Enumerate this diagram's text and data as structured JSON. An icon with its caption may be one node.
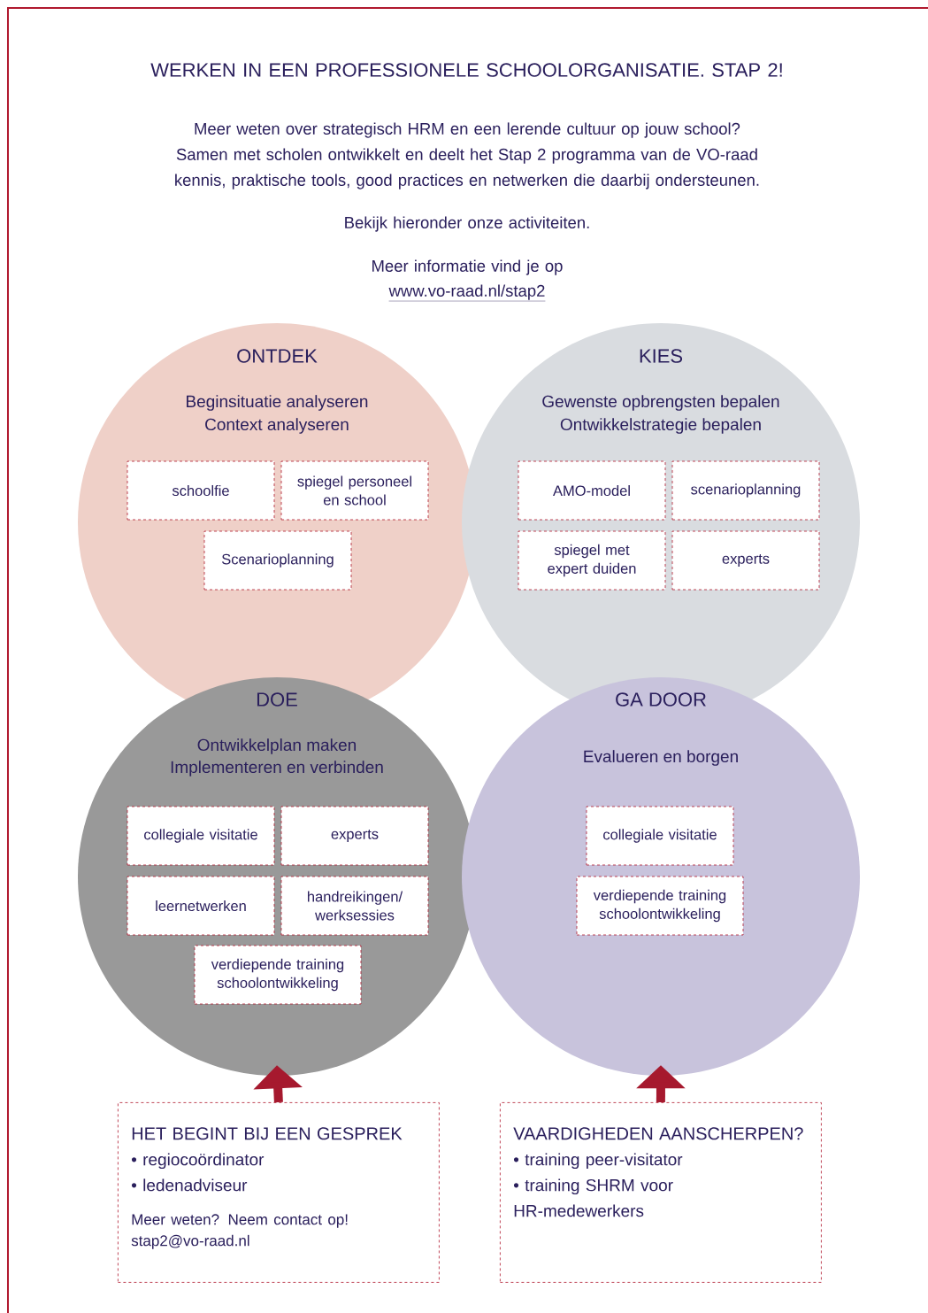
{
  "diagram": {
    "title": "WERKEN IN EEN PROFESSIONELE SCHOOLORGANISATIE. STAP 2!",
    "nodes": [
      {
        "text": [
          "ONTDEK",
          "Beginsituatie analyseren",
          "Context analyseren"
        ]
      },
      {
        "text": [
          "schoolfie"
        ],
        "in": 0
      },
      {
        "text": [
          "spiegel personeel en school"
        ],
        "in": 0
      },
      {
        "text": [
          "Scenarioplanning"
        ],
        "in": 0
      },
      {
        "text": [
          "KIES",
          "Gewenste opbrengsten bepalen",
          "Ontwikkelstrategie bepalen"
        ]
      },
      {
        "text": [
          "AMO-model"
        ],
        "in": 4
      },
      {
        "text": [
          "scenarioplanning"
        ],
        "in": 4
      },
      {
        "text": [
          "spiegel met expert duiden"
        ],
        "in": 4
      },
      {
        "text": [
          "experts"
        ],
        "in": 4
      },
      {
        "text": [
          "DOE",
          "Ontwikkelplan maken",
          "Implementeren en verbinden"
        ]
      },
      {
        "text": [
          "collegiale visitatie"
        ],
        "in": 9
      },
      {
        "text": [
          "experts"
        ],
        "in": 9
      },
      {
        "text": [
          "leernetwerken"
        ],
        "in": 9
      },
      {
        "text": [
          "handreikingen/ werksessies"
        ],
        "in": 9
      },
      {
        "text": [
          "verdiepende training schoolontwikkeling"
        ],
        "in": 9
      },
      {
        "text": [
          "GA DOOR",
          "Evalueren en borgen"
        ]
      },
      {
        "text": [
          "collegiale visitatie"
        ],
        "in": 15
      },
      {
        "text": [
          "verdiepende training schoolontwikkeling"
        ],
        "in": 15
      },
      {
        "text": [
          "HET BEGINT BIJ EEN GESPREK",
          "• regiocoördinator",
          "• ledenadviseur",
          "Meer weten? Neem contact op! stap2@vo-raad.nl"
        ]
      },
      {
        "text": [
          "VAARDIGHEDEN AANSCHERPEN?",
          "• training peer-visitator",
          "• training SHRM voor HR-medewerkers"
        ]
      }
    ],
    "edges": [
      {
        "from": 18,
        "to": 9,
        "arrow": "to",
        "color": "#a6192e"
      },
      {
        "from": 19,
        "to": 15,
        "arrow": "to",
        "color": "#a6192e"
      }
    ],
    "labels": [
      "Meer weten over strategisch HRM en een lerende cultuur op jouw school? Samen met scholen ontwikkelt en deelt het Stap 2 programma van de VO-raad kennis, praktische tools, good practices en netwerken die daarbij ondersteunen.",
      "Bekijk hieronder onze activiteiten.",
      "Meer informatie vind je op",
      "www.vo-raad.nl/stap2"
    ]
  }
}
